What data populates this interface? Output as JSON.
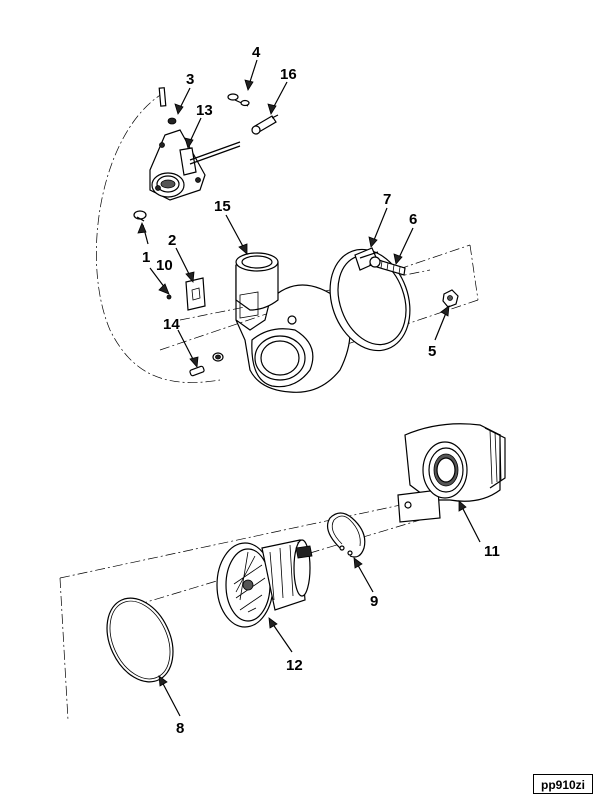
{
  "callouts": [
    "1",
    "2",
    "3",
    "4",
    "5",
    "6",
    "7",
    "8",
    "9",
    "10",
    "11",
    "12",
    "13",
    "14",
    "15",
    "16"
  ],
  "figure_id": "pp910zi"
}
